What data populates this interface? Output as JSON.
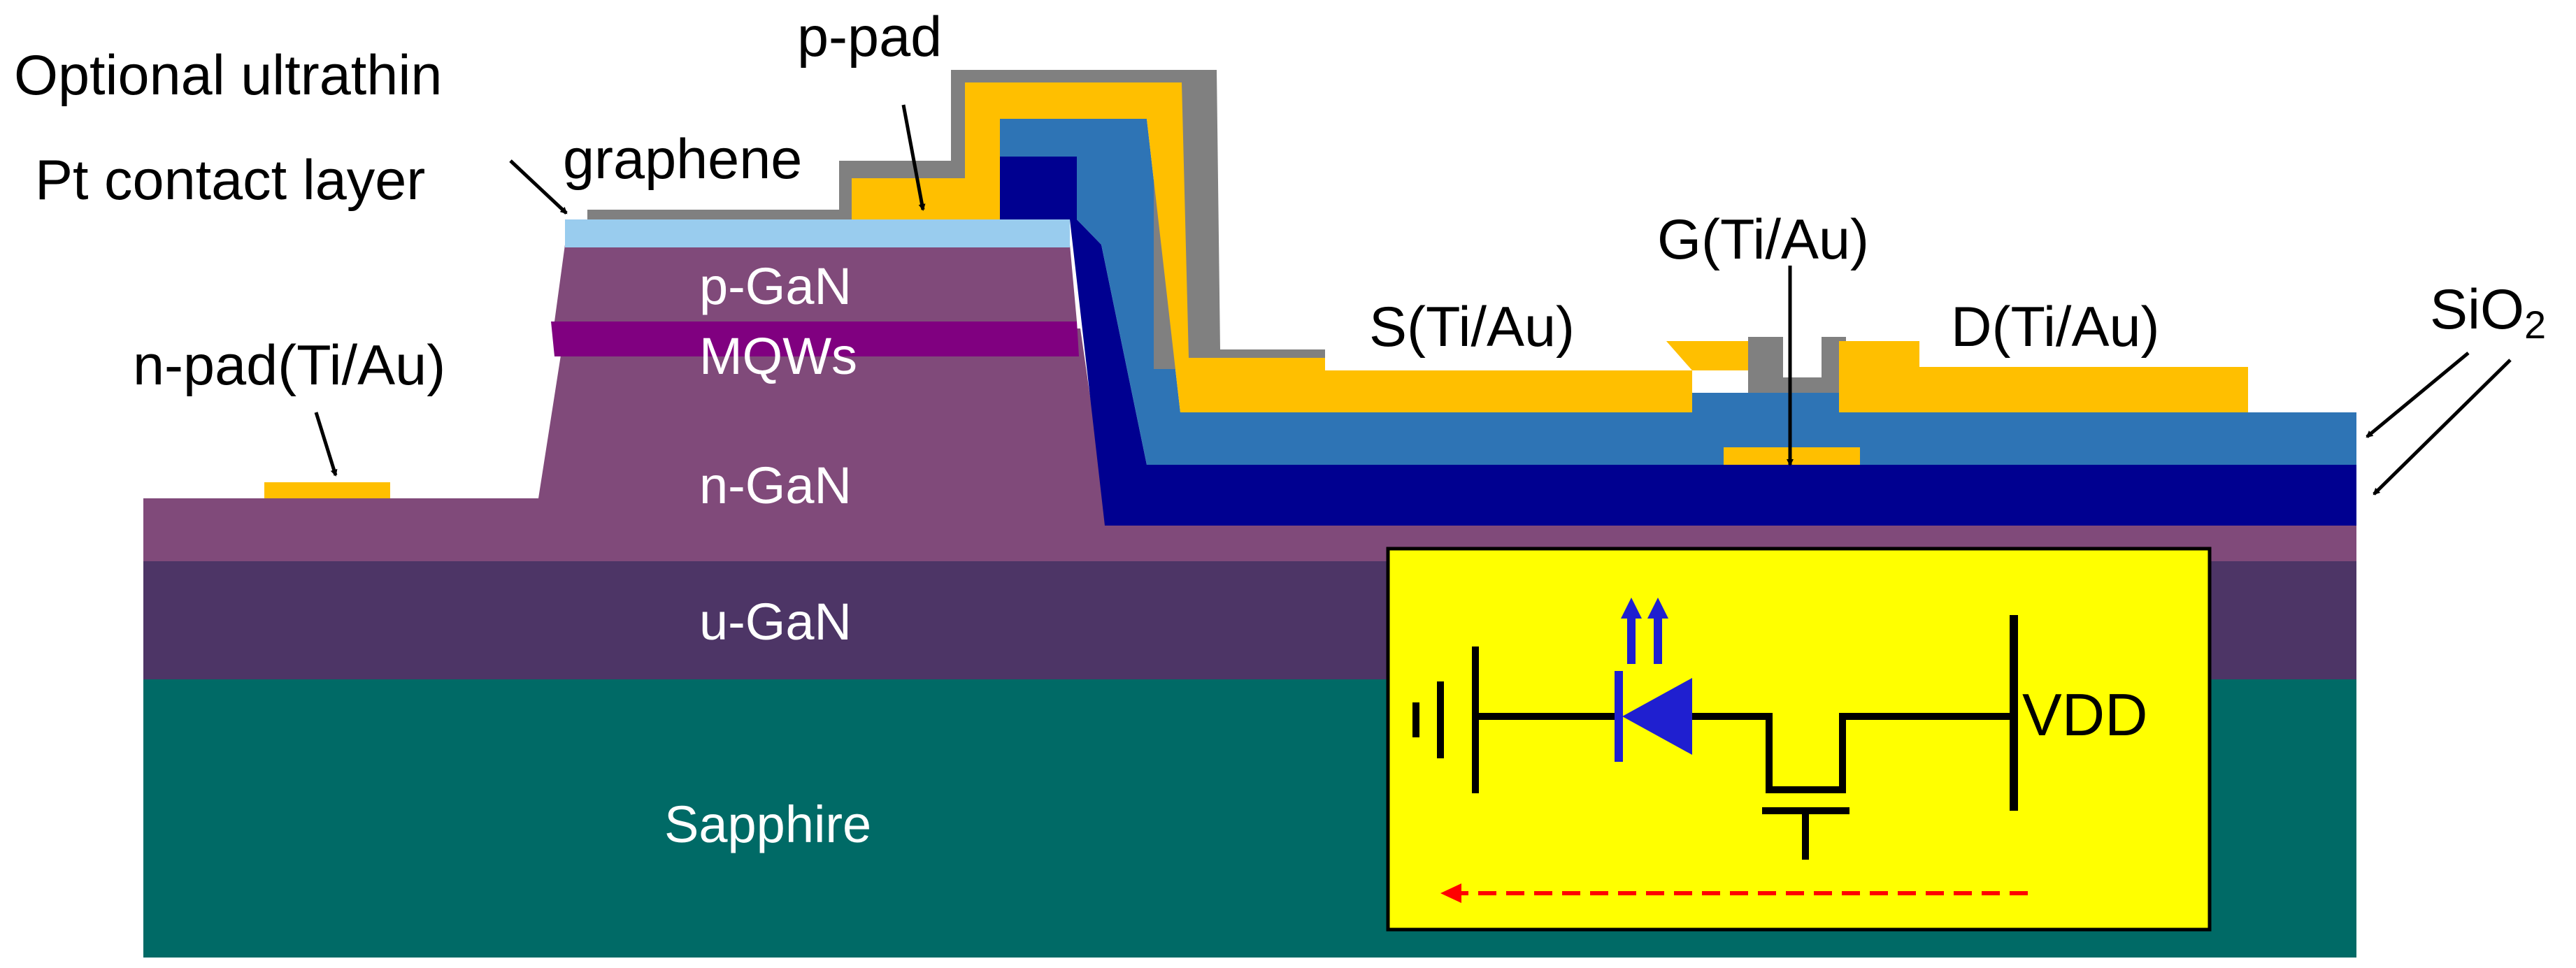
{
  "labels": {
    "optional_line1": "Optional ultrathin",
    "optional_line2": "Pt contact layer",
    "graphene": "graphene",
    "p_pad": "p-pad",
    "p_gan": "p-GaN",
    "mqws": "MQWs",
    "n_gan": "n-GaN",
    "u_gan": "u-GaN",
    "sapphire": "Sapphire",
    "n_pad": "n-pad(Ti/Au)",
    "source": "S(Ti/Au)",
    "gate": "G(Ti/Au)",
    "drain": "D(Ti/Au)",
    "sio2_main": "SiO",
    "sio2_sub": "2",
    "vdd": "VDD"
  },
  "icons": {
    "ground": "ground-icon",
    "led": "led-diode-icon",
    "emission": "light-emission-arrows-icon",
    "transistor": "transistor-icon"
  },
  "colors": {
    "sapphire": "#006a66",
    "u_gan": "#4d3566",
    "n_gan": "#804a7a",
    "mqws": "#800080",
    "pt_contact": "#99ccee",
    "sio2_light": "#2e74b5",
    "sio2_dark": "#000090",
    "ti_au": "#ffbf00",
    "graphene": "#808080",
    "inset_bg": "#ffff00",
    "led": "#1f1fd0",
    "current_arrow": "#ff0000"
  }
}
